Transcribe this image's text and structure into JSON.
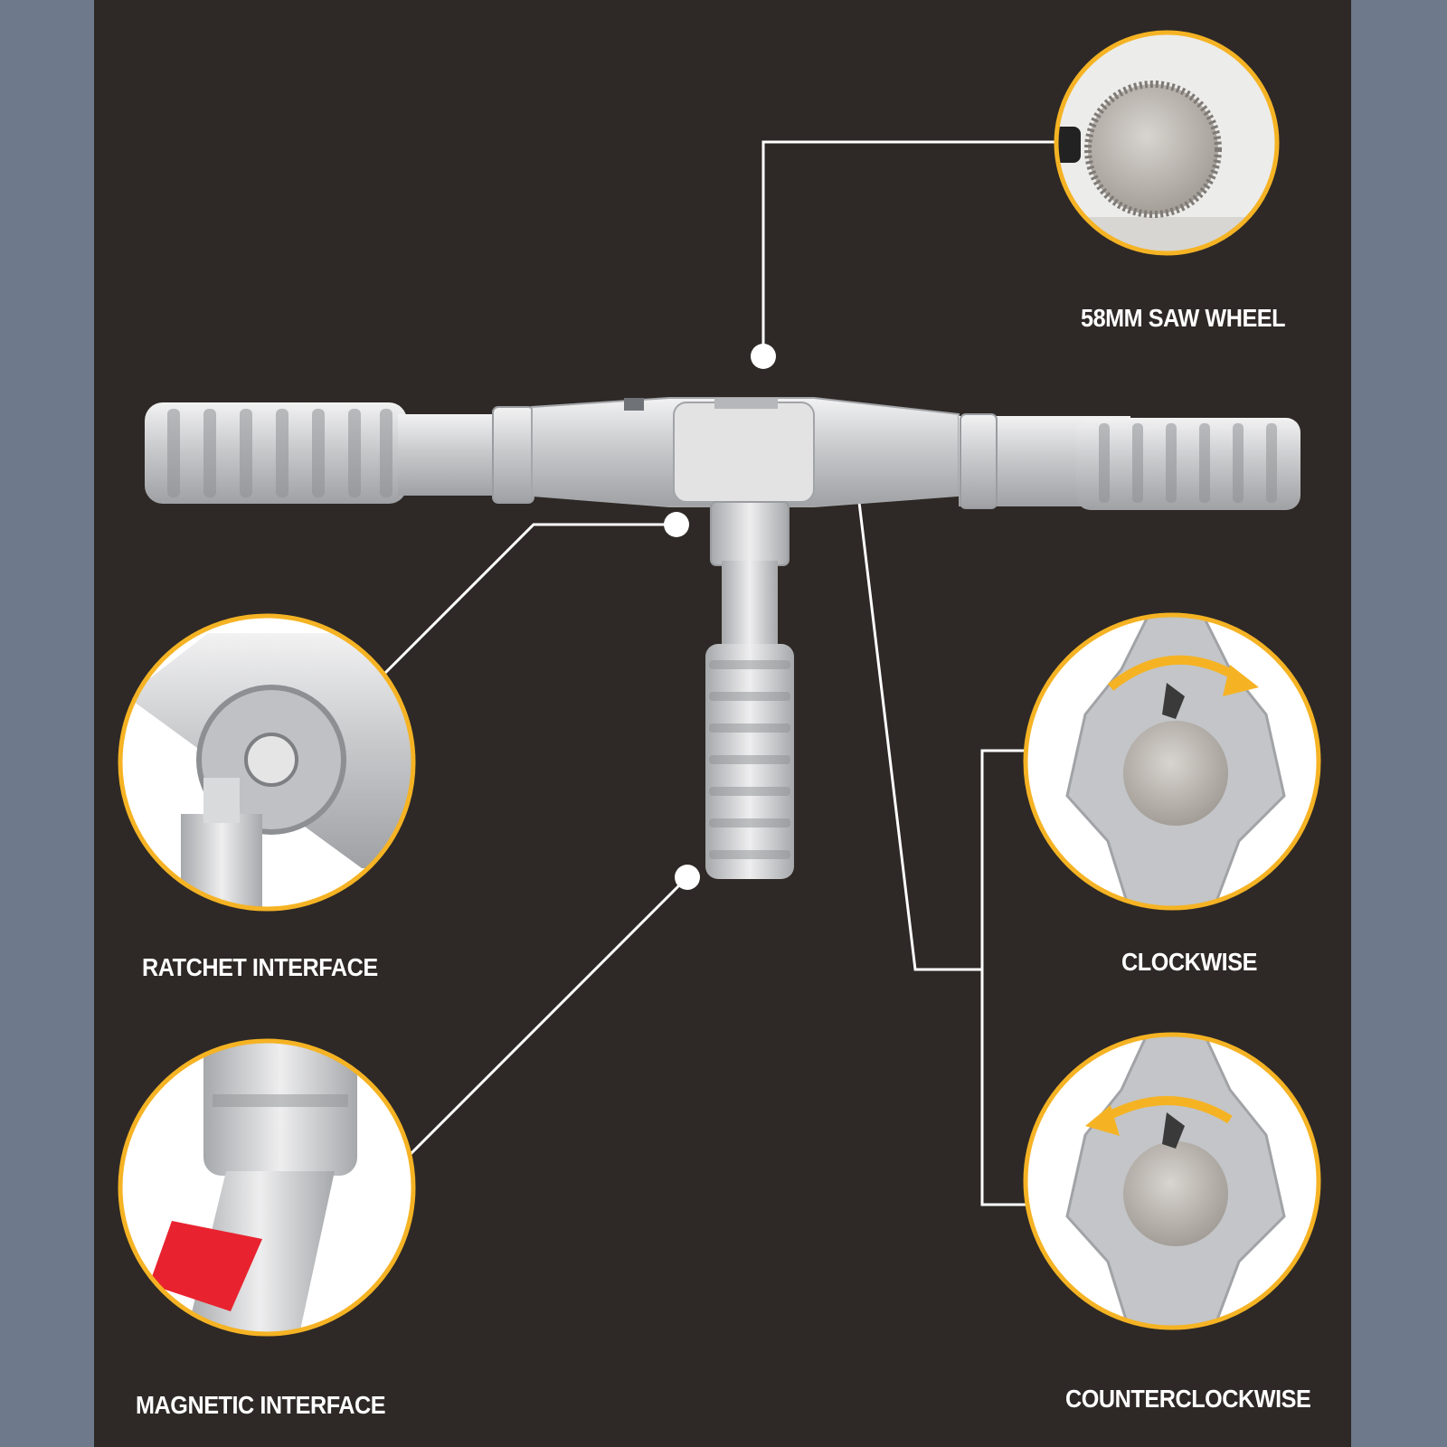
{
  "labels": {
    "saw_wheel": "58MM SAW WHEEL",
    "ratchet": "RATCHET INTERFACE",
    "magnetic": "MAGNETIC INTERFACE",
    "clockwise": "CLOCKWISE",
    "counterclockwise": "COUNTERCLOCKWISE"
  },
  "colors": {
    "background": "#2e2926",
    "frame": "#6e7a8b",
    "accent": "#f5b324",
    "metal": "#c8c9cb",
    "magnet_cap": "#e8232f"
  }
}
